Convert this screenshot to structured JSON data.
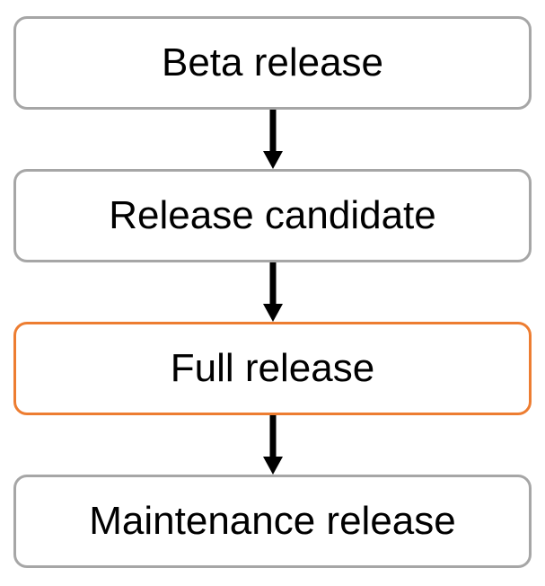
{
  "diagram": {
    "stages": [
      {
        "label": "Beta release",
        "highlighted": false
      },
      {
        "label": "Release candidate",
        "highlighted": false
      },
      {
        "label": "Full release",
        "highlighted": true
      },
      {
        "label": "Maintenance release",
        "highlighted": false
      }
    ],
    "connectors": [
      {
        "from": "Beta release",
        "to": "Release candidate",
        "direction": "down"
      },
      {
        "from": "Release candidate",
        "to": "Full release",
        "direction": "down"
      },
      {
        "from": "Full release",
        "to": "Maintenance release",
        "direction": "down"
      }
    ],
    "colors": {
      "box_border": "#a6a6a6",
      "highlight_border": "#ed7d31",
      "box_fill": "#ffffff",
      "arrow": "#000000",
      "text": "#000000",
      "background": "#ffffff"
    }
  }
}
